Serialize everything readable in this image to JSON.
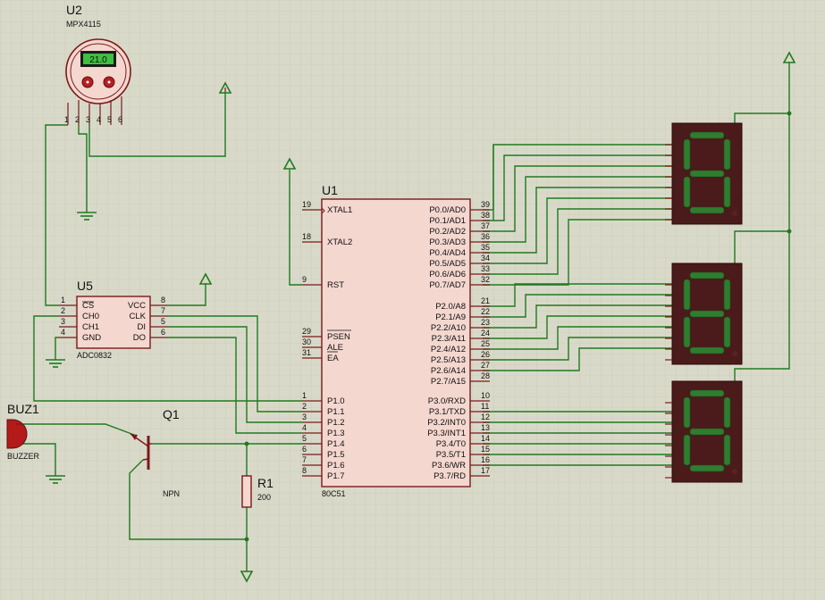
{
  "components": {
    "u2": {
      "ref": "U2",
      "value": "MPX4115",
      "display": "21.0",
      "pins": [
        "1",
        "2",
        "3",
        "4",
        "5",
        "6"
      ]
    },
    "u5": {
      "ref": "U5",
      "value": "ADC0832",
      "left_pins": [
        {
          "num": "1",
          "label": "CS"
        },
        {
          "num": "2",
          "label": "CH0"
        },
        {
          "num": "3",
          "label": "CH1"
        },
        {
          "num": "4",
          "label": "GND"
        }
      ],
      "right_pins": [
        {
          "num": "8",
          "label": "VCC"
        },
        {
          "num": "7",
          "label": "CLK"
        },
        {
          "num": "5",
          "label": "DI"
        },
        {
          "num": "6",
          "label": "DO"
        }
      ]
    },
    "u1": {
      "ref": "U1",
      "value": "80C51",
      "left_pins": [
        {
          "num": "19",
          "label": "XTAL1"
        },
        {
          "num": "18",
          "label": "XTAL2"
        },
        {
          "num": "9",
          "label": "RST"
        },
        {
          "num": "29",
          "label": "PSEN"
        },
        {
          "num": "30",
          "label": "ALE"
        },
        {
          "num": "31",
          "label": "EA"
        },
        {
          "num": "1",
          "label": "P1.0"
        },
        {
          "num": "2",
          "label": "P1.1"
        },
        {
          "num": "3",
          "label": "P1.2"
        },
        {
          "num": "4",
          "label": "P1.3"
        },
        {
          "num": "5",
          "label": "P1.4"
        },
        {
          "num": "6",
          "label": "P1.5"
        },
        {
          "num": "7",
          "label": "P1.6"
        },
        {
          "num": "8",
          "label": "P1.7"
        }
      ],
      "right_pins": [
        {
          "num": "39",
          "label": "P0.0/AD0"
        },
        {
          "num": "38",
          "label": "P0.1/AD1"
        },
        {
          "num": "37",
          "label": "P0.2/AD2"
        },
        {
          "num": "36",
          "label": "P0.3/AD3"
        },
        {
          "num": "35",
          "label": "P0.4/AD4"
        },
        {
          "num": "34",
          "label": "P0.5/AD5"
        },
        {
          "num": "33",
          "label": "P0.6/AD6"
        },
        {
          "num": "32",
          "label": "P0.7/AD7"
        },
        {
          "num": "21",
          "label": "P2.0/A8"
        },
        {
          "num": "22",
          "label": "P2.1/A9"
        },
        {
          "num": "23",
          "label": "P2.2/A10"
        },
        {
          "num": "24",
          "label": "P2.3/A11"
        },
        {
          "num": "25",
          "label": "P2.4/A12"
        },
        {
          "num": "26",
          "label": "P2.5/A13"
        },
        {
          "num": "27",
          "label": "P2.6/A14"
        },
        {
          "num": "28",
          "label": "P2.7/A15"
        },
        {
          "num": "10",
          "label": "P3.0/RXD"
        },
        {
          "num": "11",
          "label": "P3.1/TXD"
        },
        {
          "num": "12",
          "label": "P3.2/INT0"
        },
        {
          "num": "13",
          "label": "P3.3/INT1"
        },
        {
          "num": "14",
          "label": "P3.4/T0"
        },
        {
          "num": "15",
          "label": "P3.5/T1"
        },
        {
          "num": "16",
          "label": "P3.6/WR"
        },
        {
          "num": "17",
          "label": "P3.7/RD"
        }
      ]
    },
    "buz1": {
      "ref": "BUZ1",
      "value": "BUZZER"
    },
    "q1": {
      "ref": "Q1",
      "value": "NPN"
    },
    "r1": {
      "ref": "R1",
      "value": "200"
    },
    "displays": [
      {
        "digit": "8"
      },
      {
        "digit": "8"
      },
      {
        "digit": "8"
      }
    ]
  },
  "colors": {
    "wire": "#1f7a1f",
    "part_outline": "#7a1a1a",
    "part_fill": "#f4d7cf",
    "grid_bg": "#d9d9c9",
    "segment_on": "#2f7d2f",
    "display_bg": "#4b1a1a"
  }
}
